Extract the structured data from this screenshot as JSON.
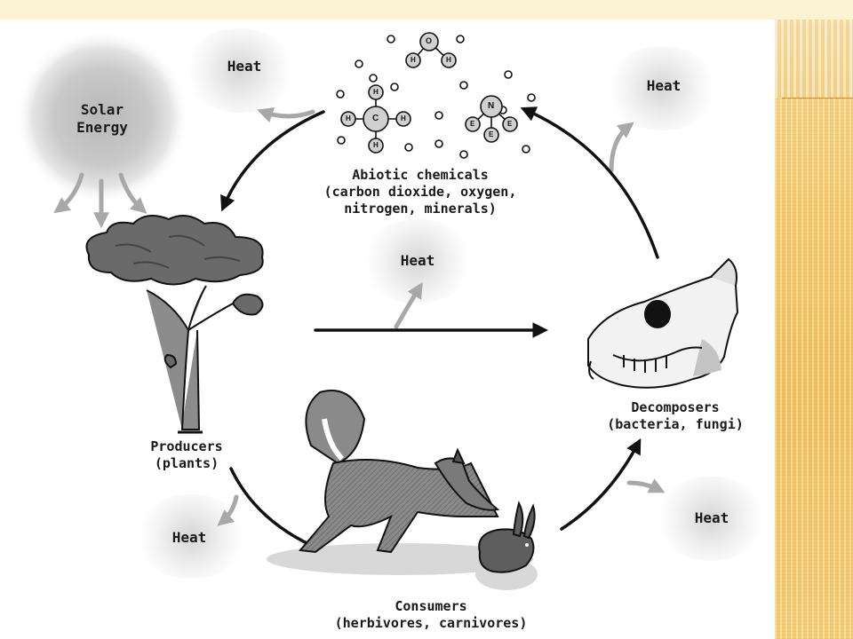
{
  "labels": {
    "solar": [
      "Solar",
      "Energy"
    ],
    "heat": "Heat",
    "abiotic": [
      "Abiotic chemicals",
      "(carbon dioxide, oxygen,",
      "nitrogen, minerals)"
    ],
    "producers": [
      "Producers",
      "(plants)"
    ],
    "decomposers": [
      "Decomposers",
      "(bacteria, fungi)"
    ],
    "consumers": [
      "Consumers",
      "(herbivores, carnivores)"
    ]
  },
  "molecules": {
    "water": [
      "O",
      "H",
      "H"
    ],
    "methane": [
      "C",
      "H",
      "H",
      "H",
      "H"
    ],
    "nitrogen": [
      "N",
      "E",
      "E",
      "E"
    ]
  },
  "colors": {
    "slide_background": "#fbf5dc",
    "panel_gold": "#f0c05c",
    "arrow_black": "#111111",
    "heat_arrow_gray": "#a8a8a8"
  }
}
